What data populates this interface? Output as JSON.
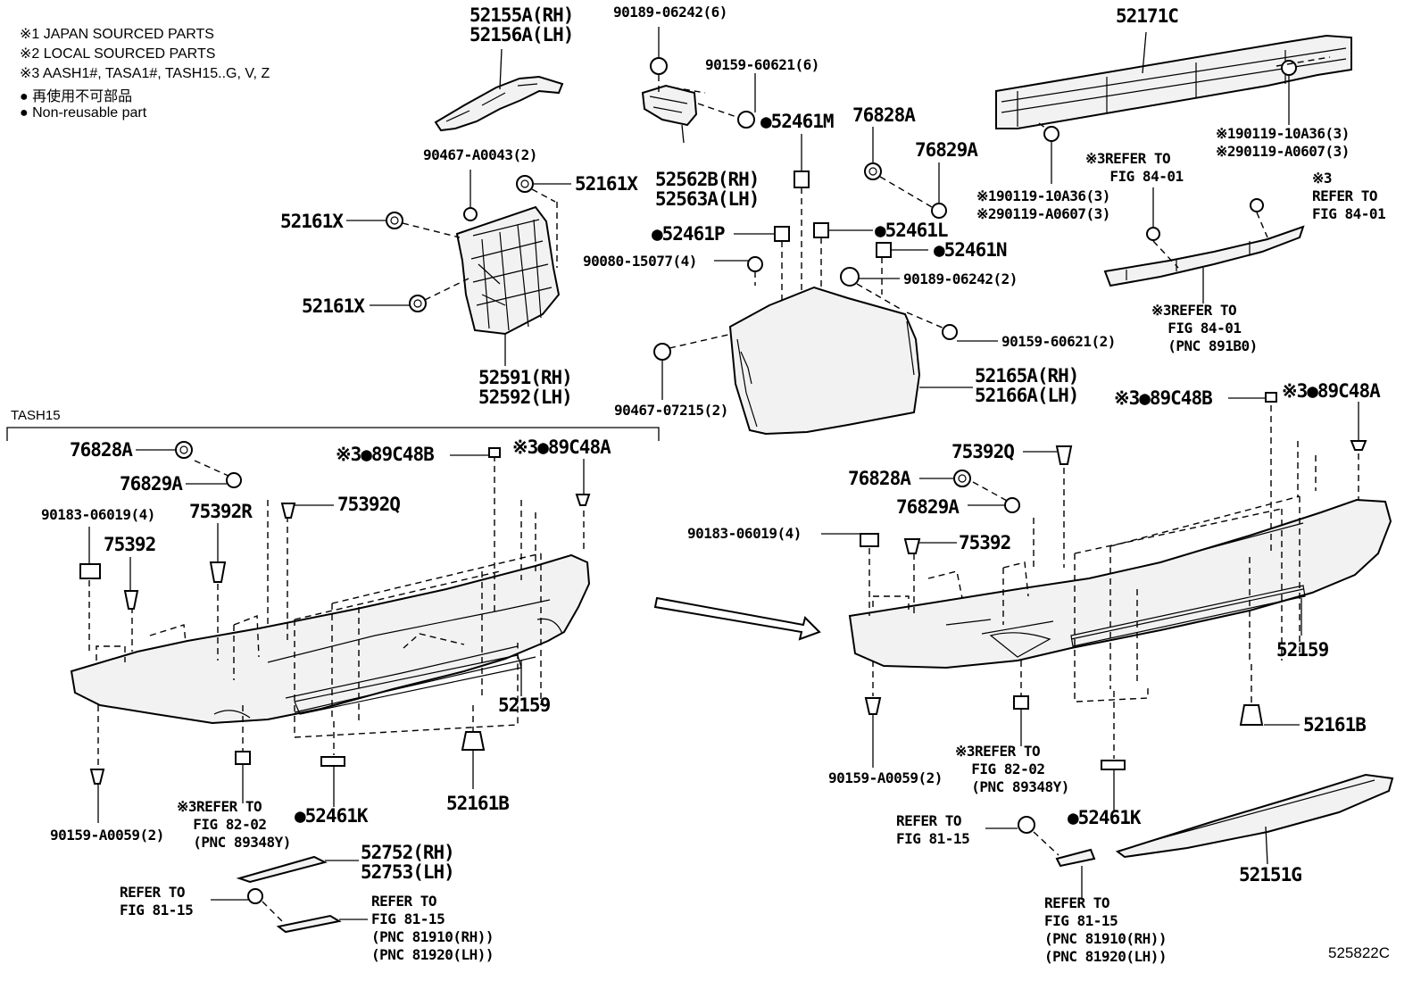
{
  "notes": {
    "n1": "※1 JAPAN SOURCED PARTS",
    "n2": "※2 LOCAL SOURCED PARTS",
    "n3": "※3 AASH1#, TASA1#, TASH15..G, V, Z",
    "n4": "● 再使用不可部品",
    "n5": "● Non-reusable part"
  },
  "section_tag": "TASH15",
  "drawing_code": "525822C",
  "labels": {
    "p52155A": "52155A(RH)\n52156A(LH)",
    "p90189_6": "90189-06242(6)",
    "p90159_6": "90159-60621(6)",
    "p52461M": "●52461M",
    "p76828A_top": "76828A",
    "p76829A_top": "76829A",
    "p52562B": "52562B(RH)\n52563A(LH)",
    "p90467_a0043": "90467-A0043(2)",
    "p52161X_a": "52161X",
    "p52161X_b": "52161X",
    "p52161X_c": "52161X",
    "p52591": "52591(RH)\n52592(LH)",
    "p52461P": "●52461P",
    "p52461L": "●52461L",
    "p52461N": "●52461N",
    "p90080": "90080-15077(4)",
    "p90189_2": "90189-06242(2)",
    "p90159_2": "90159-60621(2)",
    "p52165A": "52165A(RH)\n52166A(LH)",
    "p90467_07215": "90467-07215(2)",
    "p52171C": "52171C",
    "p90119_r": "※190119-10A36(3)\n※290119-A0607(3)",
    "p90119_l": "※190119-10A36(3)\n※290119-A0607(3)",
    "p_ref8401_a": "※3REFER TO\n   FIG 84-01",
    "p_ref8401_b": "※3\nREFER TO\nFIG 84-01",
    "p_ref8401_c": "※3REFER TO\n  FIG 84-01\n  (PNC 891B0)",
    "l76828A": "76828A",
    "l76829A": "76829A",
    "l90183": "90183-06019(4)",
    "l75392R": "75392R",
    "l75392Q": "75392Q",
    "l75392": "75392",
    "l89C48B": "※3●89C48B",
    "l89C48A": "※3●89C48A",
    "l52159": "52159",
    "l90159_a0059": "90159-A0059(2)",
    "l_ref8202": "※3REFER TO\n  FIG 82-02\n  (PNC 89348Y)",
    "l52461K": "●52461K",
    "l52161B": "52161B",
    "l52752": "52752(RH)\n52753(LH)",
    "l_ref8115_a": "REFER TO\nFIG 81-15",
    "l_ref8115_b": "REFER TO\nFIG 81-15\n(PNC 81910(RH))\n(PNC 81920(LH))",
    "r89C48B": "※3●89C48B",
    "r89C48A": "※3●89C48A",
    "r75392Q": "75392Q",
    "r76828A": "76828A",
    "r76829A": "76829A",
    "r90183": "90183-06019(4)",
    "r75392": "75392",
    "r52159": "52159",
    "r52161B": "52161B",
    "r_ref8202": "※3REFER TO\n  FIG 82-02\n  (PNC 89348Y)",
    "r90159_a0059": "90159-A0059(2)",
    "r_ref8115_a": "REFER TO\nFIG 81-15",
    "r52461K": "●52461K",
    "r52151G": "52151G",
    "r_ref8115_b": "REFER TO\nFIG 81-15\n(PNC 81910(RH))\n(PNC 81920(LH))"
  }
}
